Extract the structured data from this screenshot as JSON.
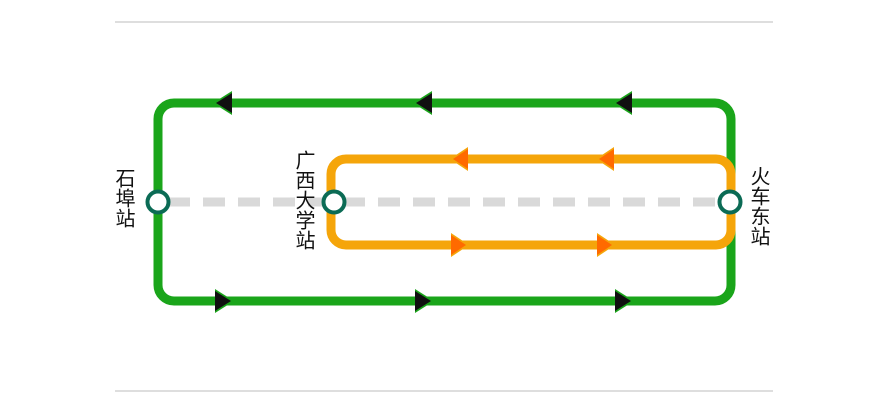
{
  "colors": {
    "outer_loop": "#1aa51a",
    "inner_loop": "#f5a50a",
    "inner_arrow": "#ff6a00",
    "outer_arrow": "#111111",
    "dashed_line": "#d9d9d9",
    "divider": "#d4d4d4",
    "station_ring": "#0b6b55"
  },
  "stations": [
    {
      "id": "shibu",
      "name": "石埠站"
    },
    {
      "id": "guangxi",
      "name": "广西大学站"
    },
    {
      "id": "huoche",
      "name": "火车东站"
    }
  ],
  "loops": [
    {
      "id": "outer",
      "color_key": "outer_loop",
      "top_direction": "left",
      "bottom_direction": "right"
    },
    {
      "id": "inner",
      "color_key": "inner_loop",
      "top_direction": "left",
      "bottom_direction": "right"
    }
  ]
}
